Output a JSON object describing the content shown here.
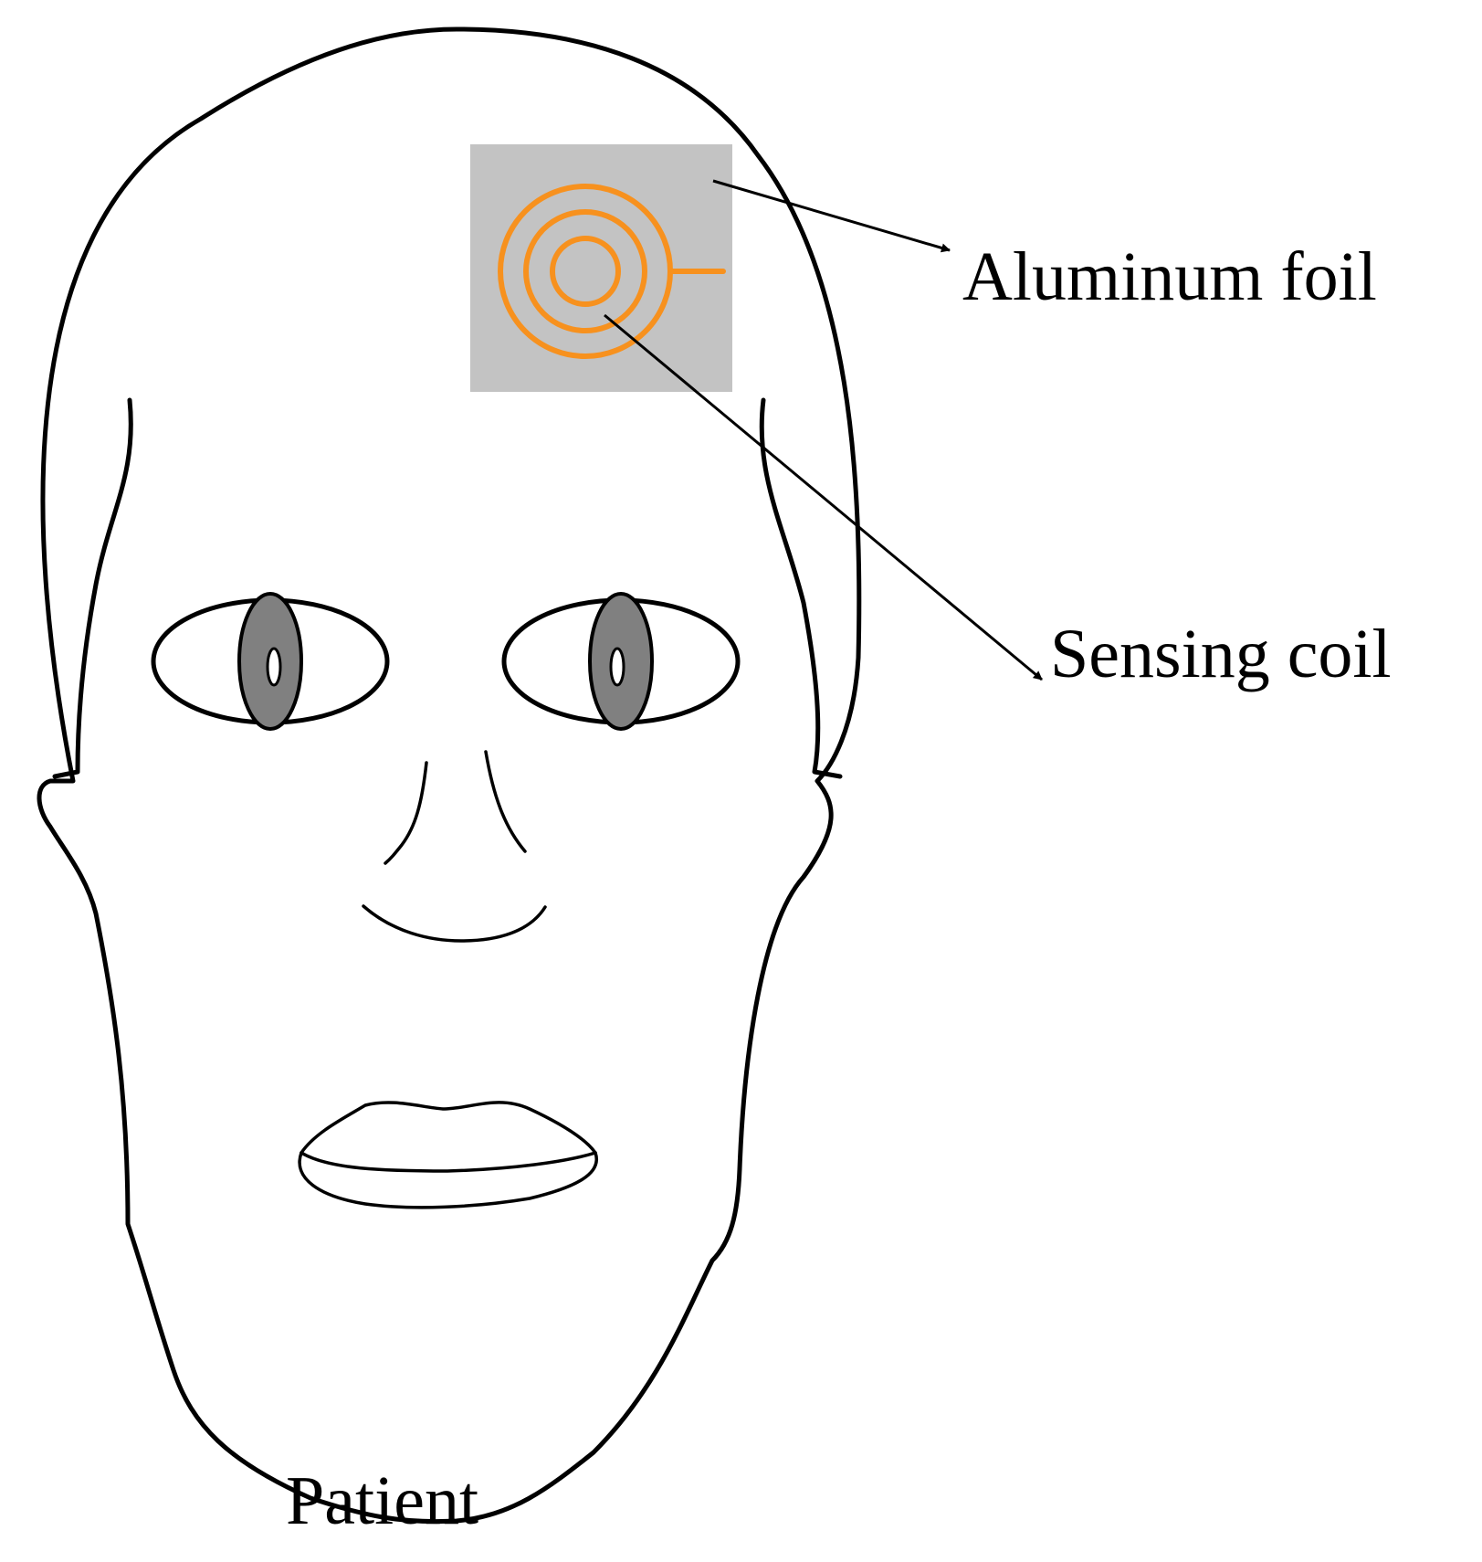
{
  "labels": {
    "aluminum_foil": "Aluminum foil",
    "sensing_coil": "Sensing coil",
    "patient": "Patient"
  },
  "colors": {
    "foil": "#c3c3c3",
    "coil": "#f7911e",
    "iris": "#808080",
    "line": "#000000"
  }
}
